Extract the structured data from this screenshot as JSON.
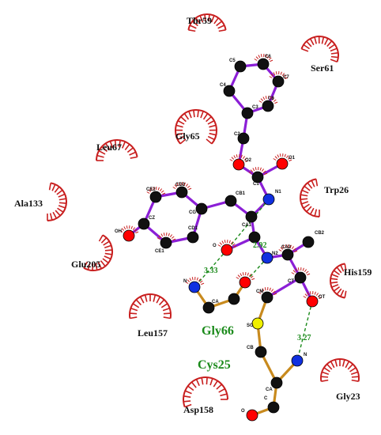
{
  "residues": {
    "thr59": "Thr59",
    "ser61": "Ser61",
    "leu67": "Leu67",
    "gly65": "Gly65",
    "ala133": "Ala133",
    "trp26": "Trp26",
    "glu205": "Glu205",
    "his159": "His159",
    "leu157": "Leu157",
    "gly23": "Gly23",
    "asp158": "Asp158"
  },
  "ligand_residues": {
    "gly66": "Gly66",
    "cys25": "Cys25"
  },
  "hbond_distances": {
    "d1": "2.92",
    "d2": "3.33",
    "d3": "3.27"
  },
  "atoms": {
    "c4": "C4",
    "c5": "C5",
    "c6": "C6",
    "c7": "C7",
    "c8": "C8",
    "c3": "C3",
    "c2": "C2",
    "o2": "O2",
    "c1": "C1",
    "o1": "O1",
    "n1": "N1",
    "cd2": "CD2",
    "ce2": "CE2",
    "cb1": "CB1",
    "cg": "CG",
    "cz": "CZ",
    "cd1": "CD1",
    "ce1": "CE1",
    "oh": "OH",
    "ca1": "CA1",
    "o": "O",
    "n2": "N2",
    "ca2": "CA2",
    "cb2": "CB2",
    "cm": "CM",
    "ct": "CT",
    "ot": "OT",
    "n": "N",
    "c": "C",
    "ca": "CA",
    "sg": "SG",
    "cb": "CB",
    "c_cys": "C",
    "o_cys": "O",
    "n_cys": "N",
    "ca_cys": "CA"
  },
  "colors": {
    "ligand_bond": "#8b1fd6",
    "residue_bond": "#c88a1e",
    "hydrophobic": "#c81e1e",
    "hbond": "#1a8a1a",
    "carbon": "#111111",
    "oxygen": "#ff0000",
    "nitrogen": "#1030e0",
    "sulfur": "#f0f000"
  }
}
